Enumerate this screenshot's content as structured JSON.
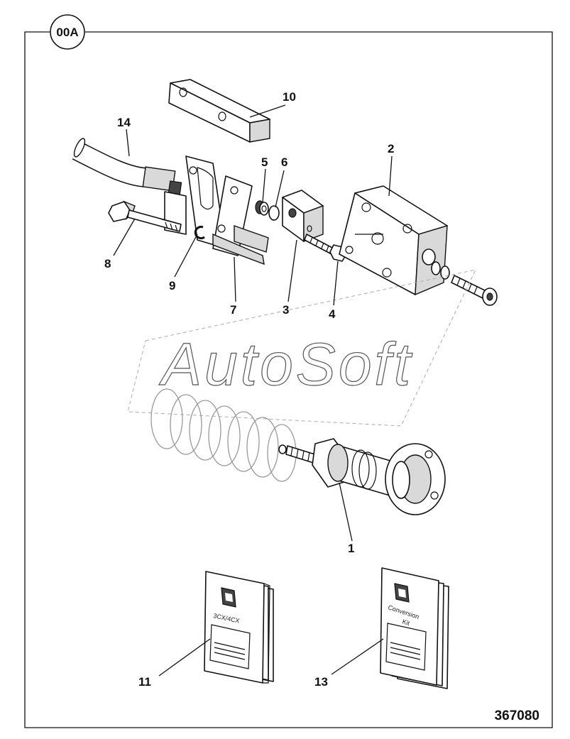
{
  "figure": {
    "badge": "00A",
    "figure_number": "367080",
    "watermark": "AutoSoft"
  },
  "callouts": {
    "c1": "1",
    "c2": "2",
    "c3": "3",
    "c4": "4",
    "c5": "5",
    "c6": "6",
    "c7": "7",
    "c8": "8",
    "c9": "9",
    "c10": "10",
    "c11": "11",
    "c13": "13",
    "c14": "14"
  },
  "manuals": {
    "left_cover_text": "3CX/4CX",
    "right_cover_text_line1": "Conversion",
    "right_cover_text_line2": "Kit"
  }
}
